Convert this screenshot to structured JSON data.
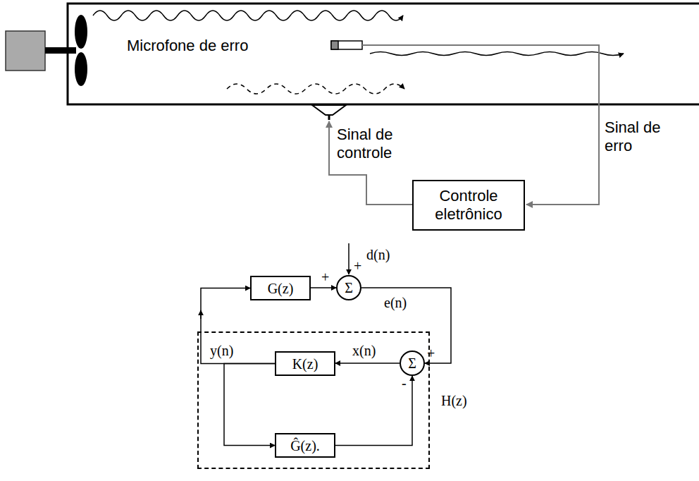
{
  "diagram": {
    "nodes": [
      {
        "text": [
          "Controle eletrônico"
        ]
      },
      {
        "text": [
          "G(z)"
        ]
      },
      {
        "text": [
          "Σ"
        ]
      },
      {
        "text": [
          "H(z)"
        ]
      },
      {
        "text": [
          "K(z)"
        ],
        "in": 3
      },
      {
        "text": [
          "Σ"
        ],
        "in": 3
      },
      {
        "text": [
          "Ĝ(z)."
        ],
        "in": 3
      }
    ],
    "edges": [
      {
        "from": 1,
        "to": 2,
        "arrow": "to"
      },
      {
        "from": 2,
        "to": 5,
        "arrow": "to"
      },
      {
        "from": 5,
        "to": 4,
        "arrow": "to"
      },
      {
        "from": 4,
        "to": 1,
        "arrow": "to"
      },
      {
        "from": 4,
        "to": 6,
        "arrow": "to"
      },
      {
        "from": 6,
        "to": 5,
        "arrow": "to"
      }
    ],
    "labels": [
      "Microfone de erro",
      "Sinal de controle",
      "Sinal de erro",
      "d(n)",
      "+",
      "+",
      "e(n)",
      "y(n)",
      "x(n)",
      "+",
      "-"
    ]
  }
}
